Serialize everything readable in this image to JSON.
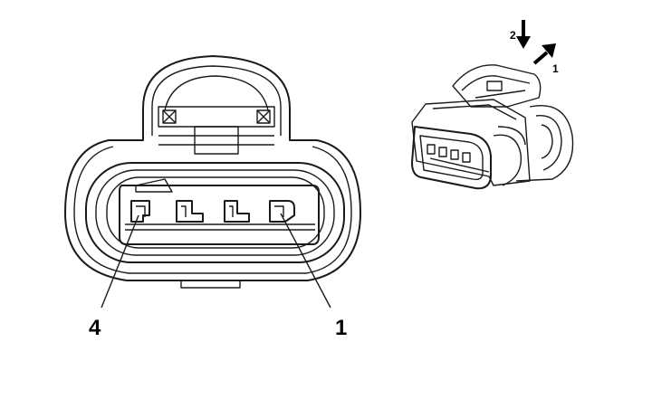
{
  "front_view": {
    "callouts": [
      {
        "text": "4"
      },
      {
        "text": "1"
      }
    ]
  },
  "iso_view": {
    "arrows": [
      {
        "text": "2",
        "icon": "arrow-down-icon"
      },
      {
        "text": "1",
        "icon": "arrow-diagonal-up-right-icon"
      }
    ]
  }
}
